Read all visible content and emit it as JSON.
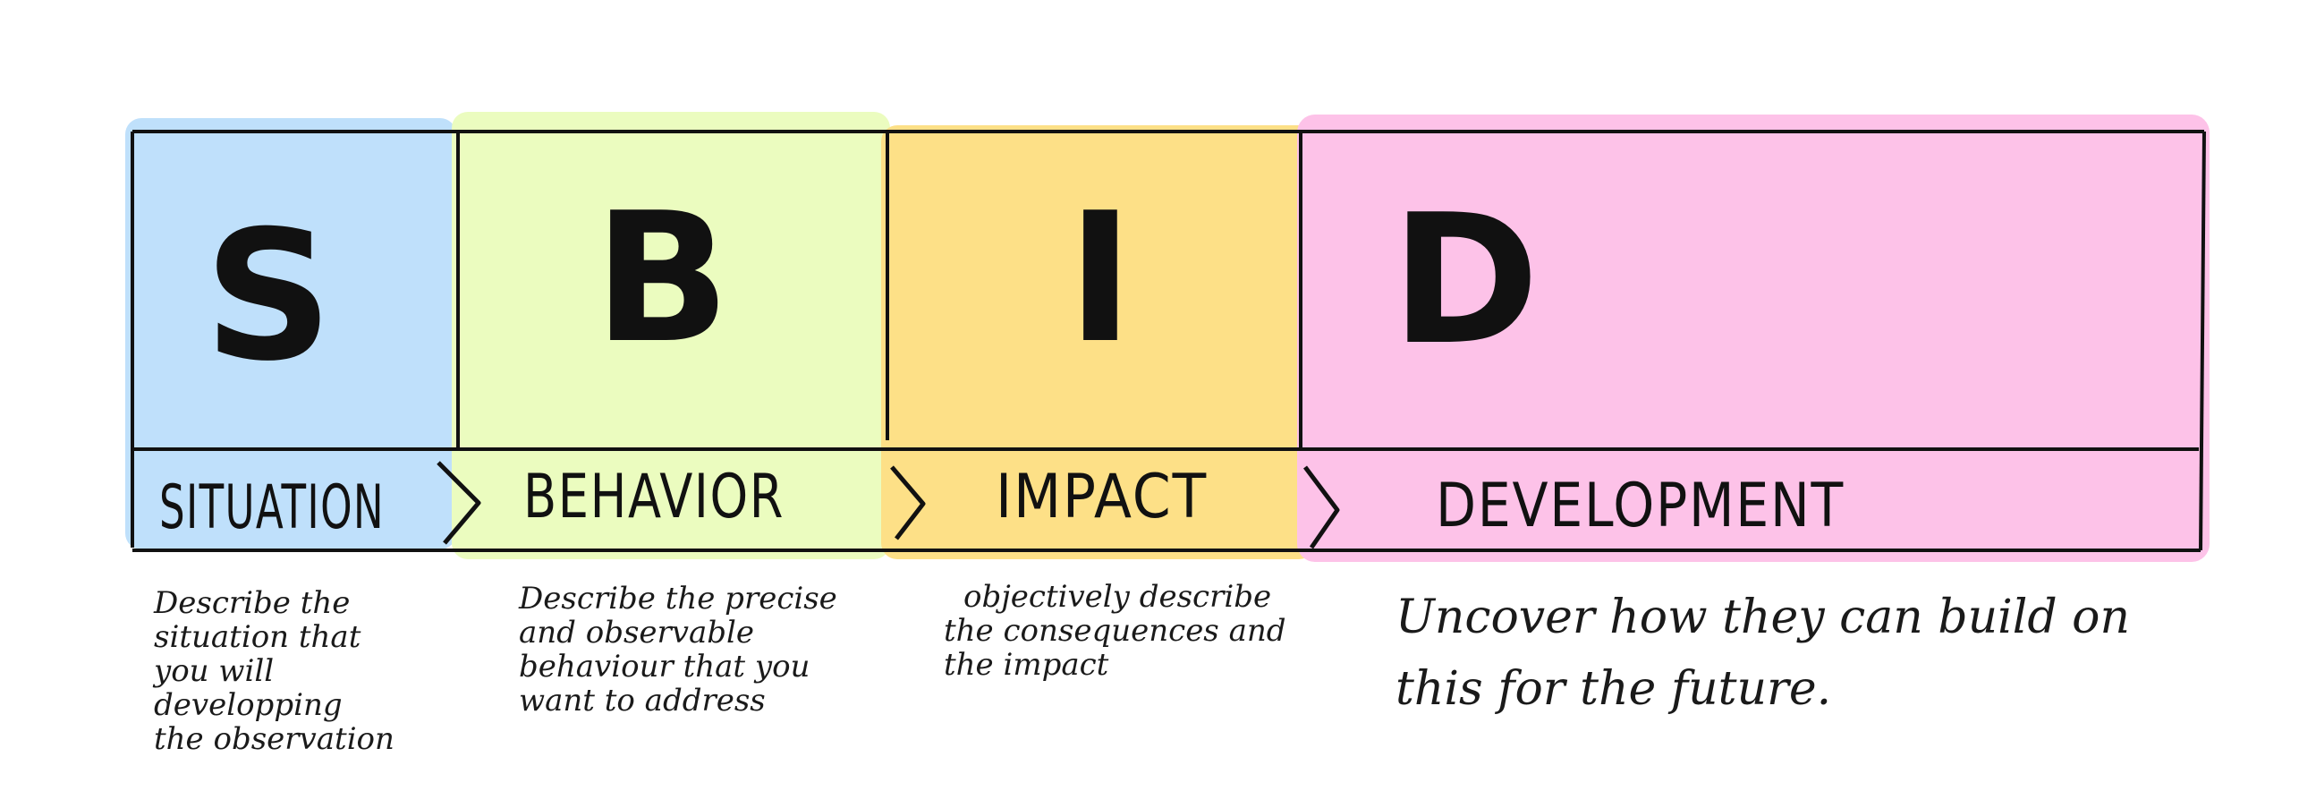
{
  "colors": {
    "situation": "#bfe0fb",
    "behavior": "#ebfcbf",
    "impact": "#fde087",
    "development": "#fdc2e8",
    "ink": "#111111"
  },
  "segments": [
    {
      "letter": "S",
      "label": "SITUATION",
      "description_lines": [
        "Describe the",
        "situation that",
        "you will developping",
        "the observation"
      ]
    },
    {
      "letter": "B",
      "label": "BEHAVIOR",
      "description_lines": [
        "Describe the precise",
        "and observable",
        "behaviour that you",
        "want to address"
      ]
    },
    {
      "letter": "I",
      "label": "IMPACT",
      "description_lines": [
        "objectively describe",
        "the consequences and",
        "the impact"
      ]
    },
    {
      "letter": "D",
      "label": "DEVELOPMENT",
      "description_lines": [
        "Uncover how they can build on",
        "this for the future."
      ]
    }
  ]
}
